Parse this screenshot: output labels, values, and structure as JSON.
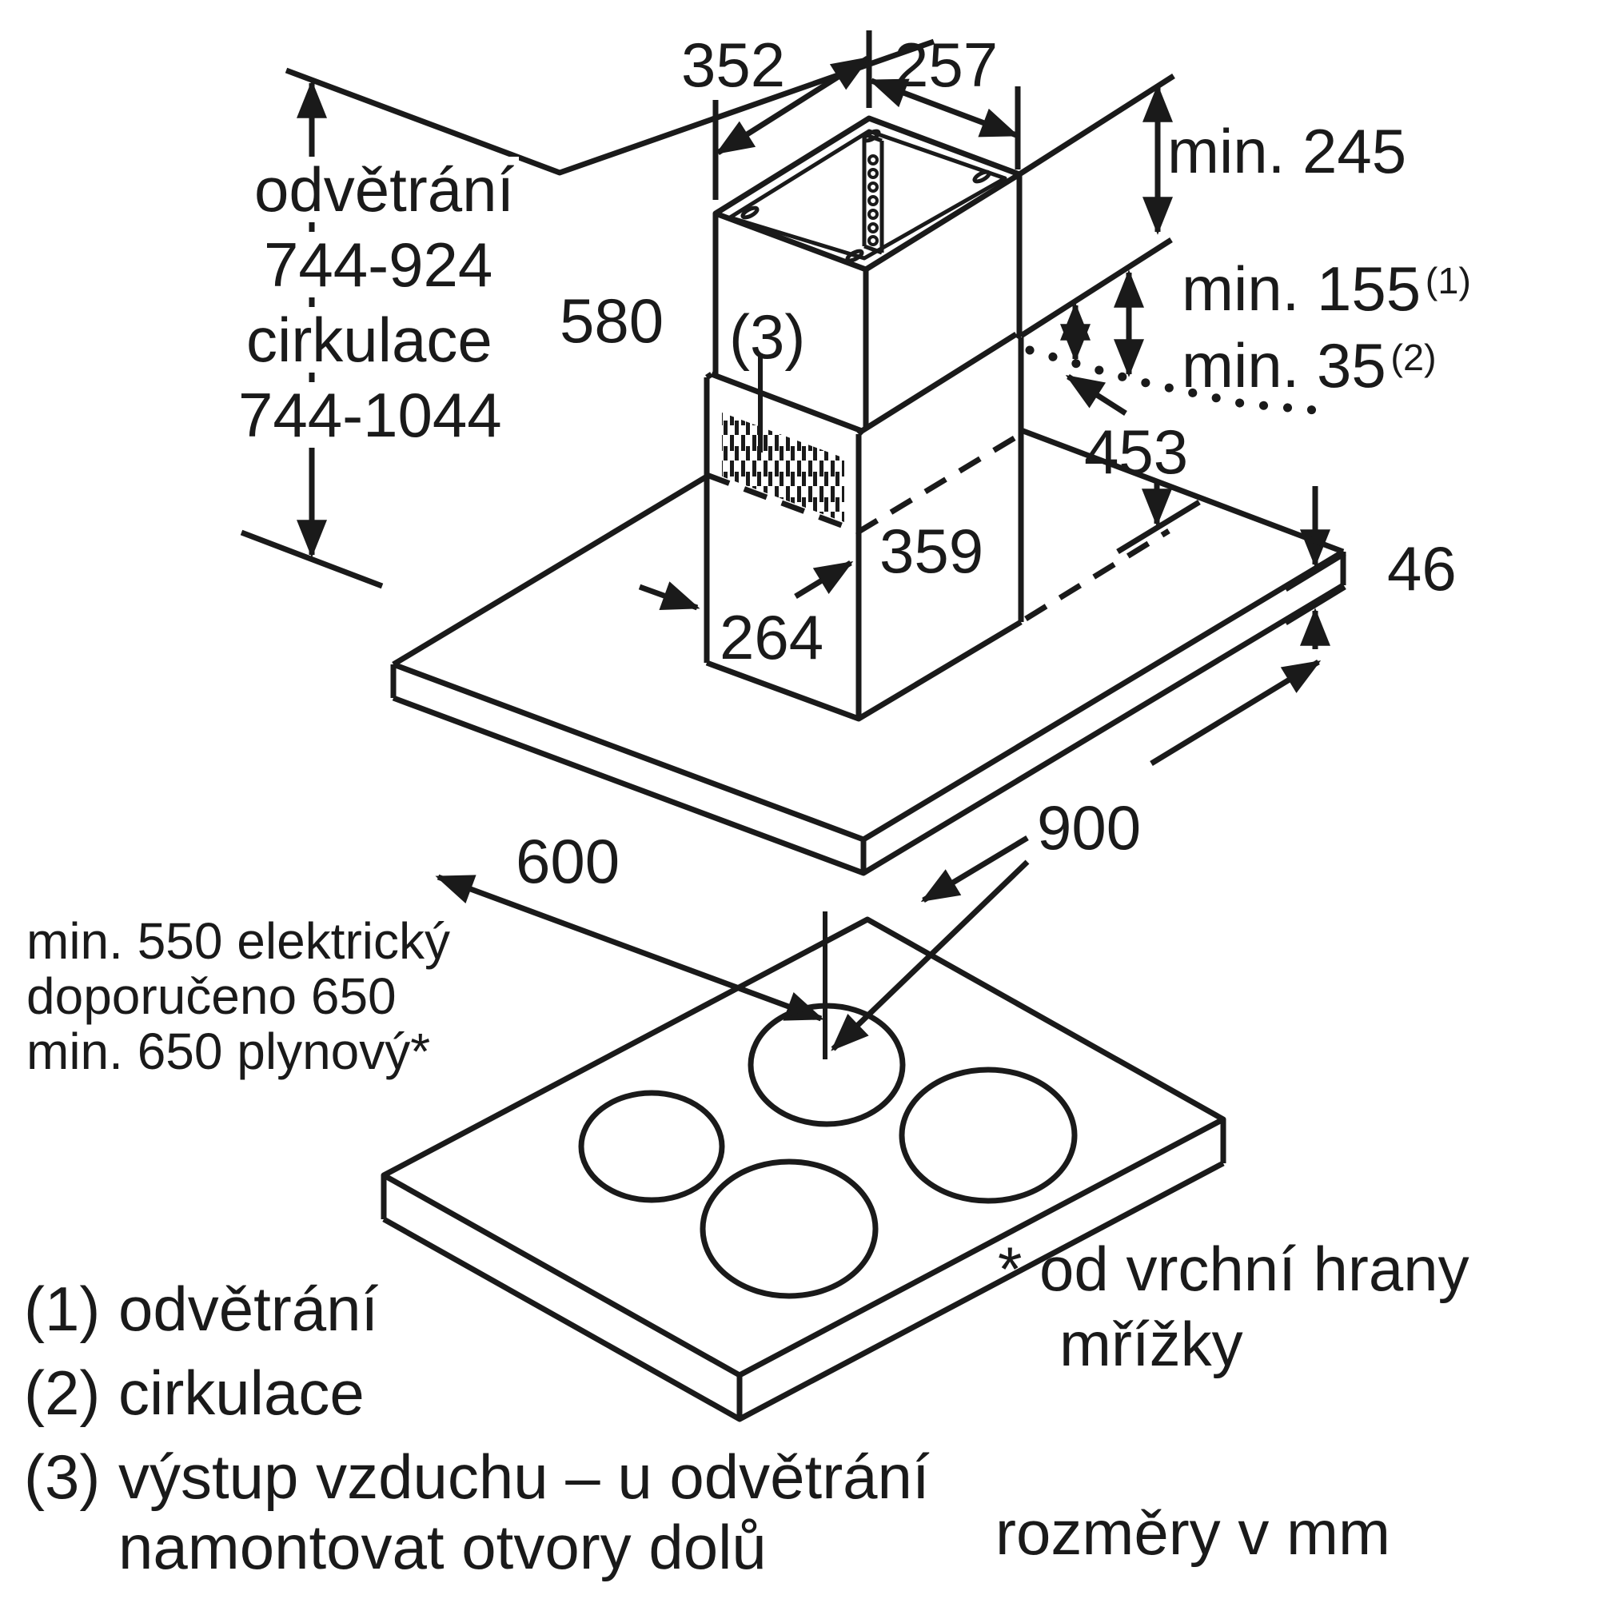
{
  "diagram": {
    "dimensions": {
      "top_width": "352",
      "top_depth": "257",
      "ceiling_clearance": "min. 245",
      "duct_height": "580",
      "vent_mode_label": "odvětrání",
      "vent_mode_range": "744-924",
      "circ_mode_label": "cirkulace",
      "circ_mode_range": "744-1044",
      "min155": "min. 155",
      "min155_ref": "(1)",
      "min35": "min. 35",
      "min35_ref": "(2)",
      "body_height": "453",
      "body_depth_hidden": "359",
      "duct_lower_width": "264",
      "canopy_thickness": "46",
      "canopy_depth": "600",
      "canopy_width": "900",
      "air_outlet_ref": "(3)",
      "clearance_line1": "min. 550 elektrický",
      "clearance_line2": "doporučeno 650",
      "clearance_line3": "min. 650 plynový*"
    },
    "legend": [
      {
        "num": "(1)",
        "text": "odvětrání"
      },
      {
        "num": "(2)",
        "text": "cirkulace"
      },
      {
        "num": "(3)",
        "text": "výstup vzduchu – u odvětrání",
        "text2": "namontovat otvory dolů"
      }
    ],
    "footnote_line1": "* od vrchní hrany",
    "footnote_line2": "mřížky",
    "units_note": "rozměry v mm",
    "line_color": "#1a1a1a"
  }
}
